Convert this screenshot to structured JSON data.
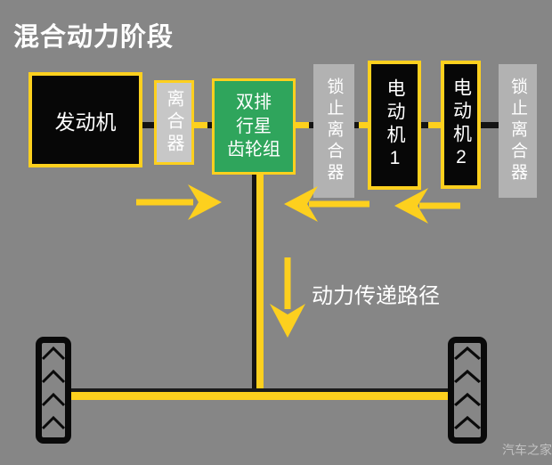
{
  "title": "混合动力阶段",
  "watermark": "汽车之家",
  "colors": {
    "background": "#868686",
    "accent_yellow": "#fdd01e",
    "node_black": "#070707",
    "node_green": "#2fa55c",
    "node_gray": "#b2b2b2",
    "clutch_gray": "#c7c7c7",
    "shaft_black": "#141414",
    "text_white": "#ffffff",
    "watermark_gray": "#c2c2c2"
  },
  "diagram": {
    "boxes": [
      {
        "id": "engine",
        "label": "发动机"
      },
      {
        "id": "clutch",
        "label": "离合器"
      },
      {
        "id": "planetary-gearset",
        "label": "双排\n行星\n齿轮组"
      },
      {
        "id": "lockup-clutch-1",
        "label": "锁止离合器"
      },
      {
        "id": "motor-1",
        "label": "电动机1"
      },
      {
        "id": "motor-2",
        "label": "电动机2"
      },
      {
        "id": "lockup-clutch-2",
        "label": "锁止离合器"
      }
    ],
    "flow_label": "动力传递路径",
    "flow_arrows": [
      {
        "id": "engine-to-gearset",
        "direction": "right"
      },
      {
        "id": "lockup1-to-gearset",
        "direction": "left"
      },
      {
        "id": "motor2-to-motor1",
        "direction": "left"
      },
      {
        "id": "gearset-to-axle",
        "direction": "down"
      }
    ]
  }
}
